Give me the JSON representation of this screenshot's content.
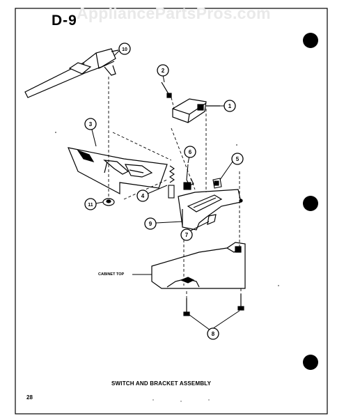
{
  "header": {
    "section_code": "D-9",
    "watermark": "AppliancePartsPros.com"
  },
  "diagram": {
    "callouts": [
      "1",
      "2",
      "3",
      "4",
      "5",
      "6",
      "7",
      "8",
      "9",
      "10",
      "11"
    ],
    "cabinet_label": "CABINET TOP"
  },
  "footer": {
    "caption": "SWITCH AND BRACKET ASSEMBLY",
    "page_number": "28"
  },
  "colors": {
    "ink": "#000000",
    "paper": "#ffffff",
    "watermark": "#e9e9e9"
  }
}
